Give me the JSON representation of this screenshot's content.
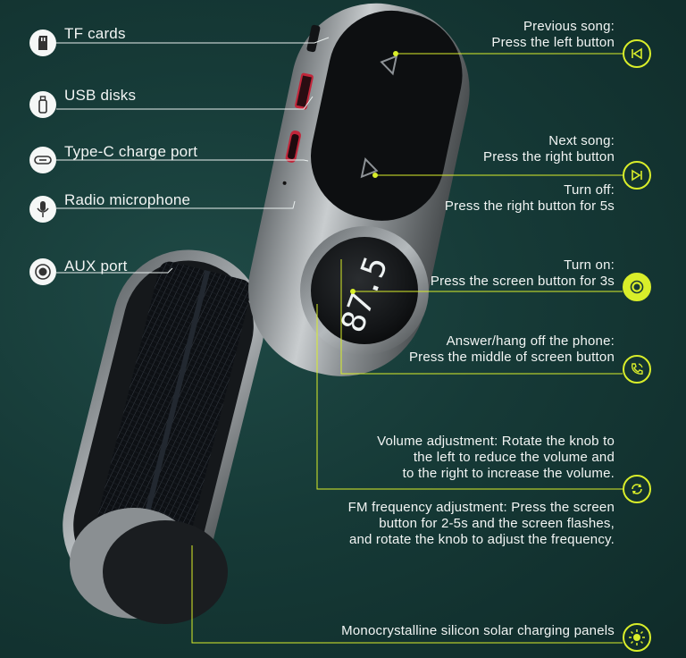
{
  "left_labels": {
    "tf_cards": "TF cards",
    "usb_disks": "USB disks",
    "type_c": "Type-C charge port",
    "radio_mic": "Radio microphone",
    "aux_port": "AUX port"
  },
  "right_labels": {
    "previous_song": [
      "Previous song:",
      "Press the left button"
    ],
    "next_song": [
      "Next song:",
      "Press the right button"
    ],
    "turn_off": [
      "Turn off:",
      "Press the right button for 5s"
    ],
    "turn_on": [
      "Turn on:",
      "Press the screen button for 3s"
    ],
    "answer_phone": [
      "Answer/hang off  the phone:",
      "Press the middle of screen button"
    ],
    "volume": [
      "Volume adjustment: Rotate the knob to",
      "the left to reduce the volume and",
      "to the right to increase the volume."
    ],
    "fm": [
      "FM frequency adjustment: Press the screen",
      "button for 2-5s and the screen flashes,",
      "and rotate the knob to adjust the frequency."
    ],
    "solar": [
      "Monocrystalline silicon solar charging panels"
    ]
  },
  "display_readout": "87.5",
  "icons": {
    "left": [
      "sd-card-icon",
      "usb-stick-icon",
      "type-c-icon",
      "microphone-icon",
      "aux-icon"
    ],
    "right": [
      "previous-track-icon",
      "next-track-icon",
      "power-on-icon",
      "phone-icon",
      "rotate-knob-icon",
      "sun-icon"
    ]
  },
  "colors": {
    "accent": "#d9ee2a",
    "background": "#163a37",
    "line_left": "#ffffff"
  }
}
